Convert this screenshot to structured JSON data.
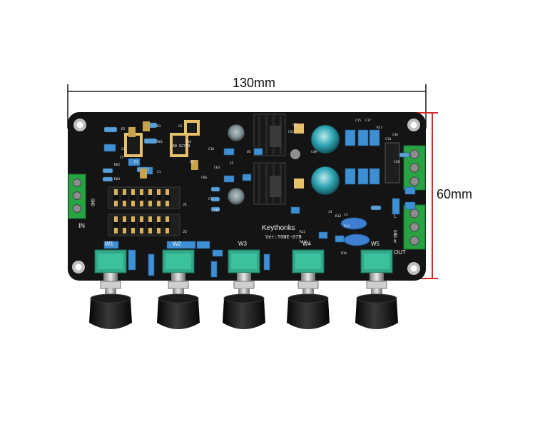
{
  "dimensions": {
    "width_label": "130mm",
    "height_label": "60mm",
    "width_line_color": "#222222",
    "height_line_color": "#d42a2a"
  },
  "board": {
    "brand": "Keythonks",
    "version": "Ver:TONE-07B",
    "color": "#141414",
    "ports": {
      "input": "IN",
      "output": "OUT",
      "gnd": "GND",
      "l": "L",
      "r": "R"
    },
    "chips": [
      {
        "name": "U1"
      },
      {
        "name": "U2",
        "text": "AD 8272N"
      }
    ],
    "headers": [
      "J1",
      "J2"
    ],
    "pots": [
      {
        "name": "W1"
      },
      {
        "name": "W2"
      },
      {
        "name": "W3"
      },
      {
        "name": "W4"
      },
      {
        "name": "W5"
      }
    ],
    "labels": [
      "R2",
      "R3",
      "R61",
      "R62",
      "R63",
      "C1",
      "C2",
      "C5",
      "C6",
      "C16",
      "C19",
      "C63",
      "C66",
      "C7",
      "C67",
      "R12",
      "R612",
      "R13",
      "R14",
      "R16",
      "R17",
      "C14",
      "C15",
      "C17",
      "C46",
      "C48",
      "C49",
      "C51",
      "C52",
      "J3",
      "J4",
      "J5",
      "U5"
    ]
  }
}
